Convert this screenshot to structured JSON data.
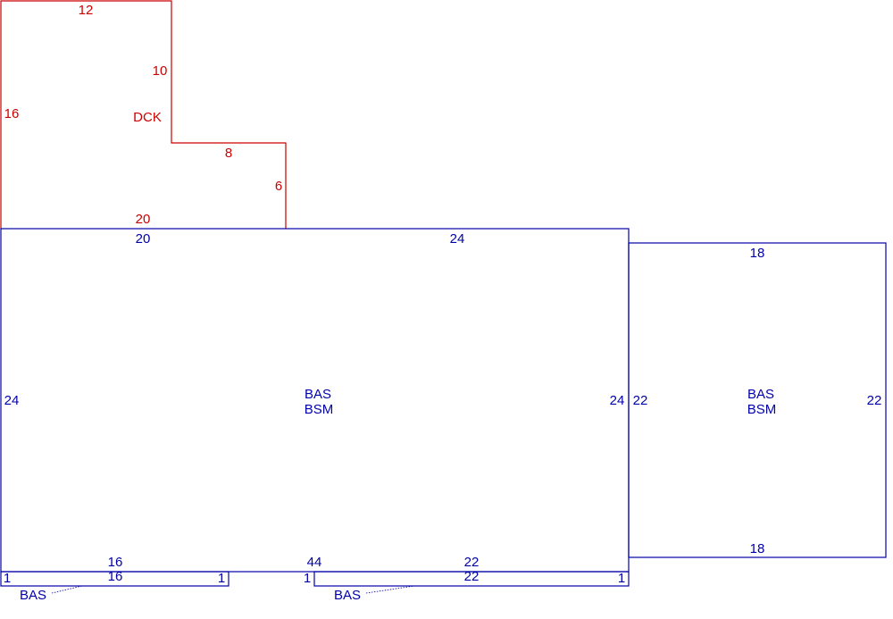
{
  "deck": {
    "code": "DCK",
    "dims": {
      "top": "12",
      "upper_right": "10",
      "left": "16",
      "step": "8",
      "lower_right": "6",
      "bottom": "20"
    }
  },
  "main_area": {
    "code_line1": "BAS",
    "code_line2": "BSM",
    "dims": {
      "top_left": "20",
      "top_right": "24",
      "left": "24",
      "right": "24",
      "bottom_left": "16",
      "bottom_mid": "44",
      "bottom_right": "22"
    }
  },
  "side_area": {
    "code_line1": "BAS",
    "code_line2": "BSM",
    "dims": {
      "top": "18",
      "left": "22",
      "right": "22",
      "bottom": "18"
    }
  },
  "strip_left": {
    "code": "BAS",
    "dims": {
      "left": "1",
      "bottom": "16",
      "right": "1"
    }
  },
  "strip_right": {
    "code": "BAS",
    "dims": {
      "left": "1",
      "bottom": "22",
      "right": "1"
    }
  },
  "colors": {
    "deck": "#cc0000",
    "living_area": "#0000aa"
  }
}
